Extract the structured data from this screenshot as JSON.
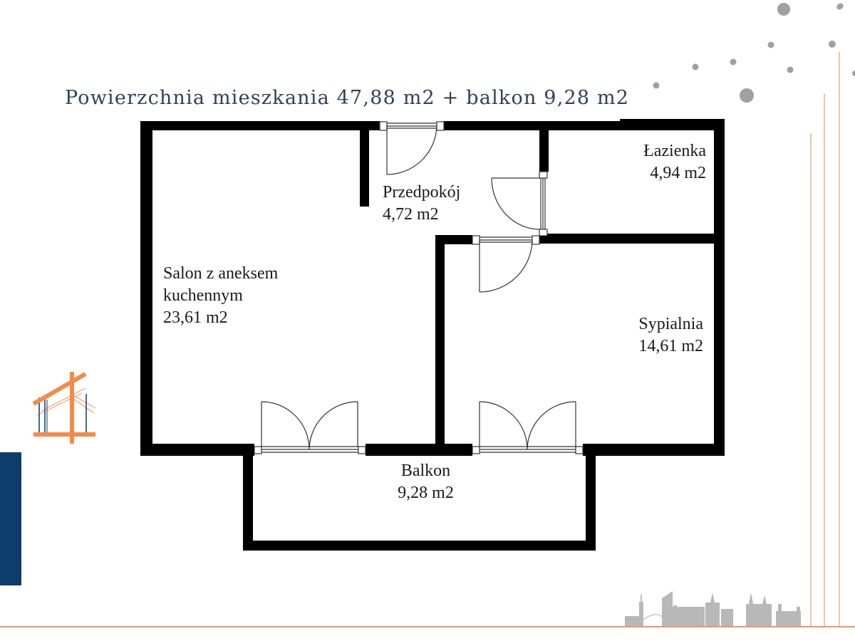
{
  "header": {
    "title": "Powierzchnia mieszkania 47,88 m2 + balkon 9,28 m2"
  },
  "rooms": [
    {
      "id": "salon",
      "name_line1": "Salon z aneksem",
      "name_line2": "kuchennym",
      "area": "23,61 m2"
    },
    {
      "id": "przedpokoj",
      "name": "Przedpokój",
      "area": "4,72 m2"
    },
    {
      "id": "lazienka",
      "name": "Łazienka",
      "area": "4,94 m2"
    },
    {
      "id": "sypialnia",
      "name": "Sypialnia",
      "area": "14,61 m2"
    },
    {
      "id": "balkon",
      "name": "Balkon",
      "area": "9,28 m2"
    }
  ],
  "summary": {
    "apartment_area": "47,88 m2",
    "balcony_area": "9,28 m2"
  },
  "decor": {
    "logo_icon": "house-frame-logo-icon",
    "skyline_icon": "city-skyline-icon",
    "dots_icon": "scattered-dots-decoration",
    "colors": {
      "accent_orange": "#f58a48",
      "brand_blue": "#0d3d6b",
      "title_text": "#2f4256",
      "walls": "#000000",
      "decor_gray": "#a0a0a0",
      "line_orange": "#e29a6c"
    }
  }
}
